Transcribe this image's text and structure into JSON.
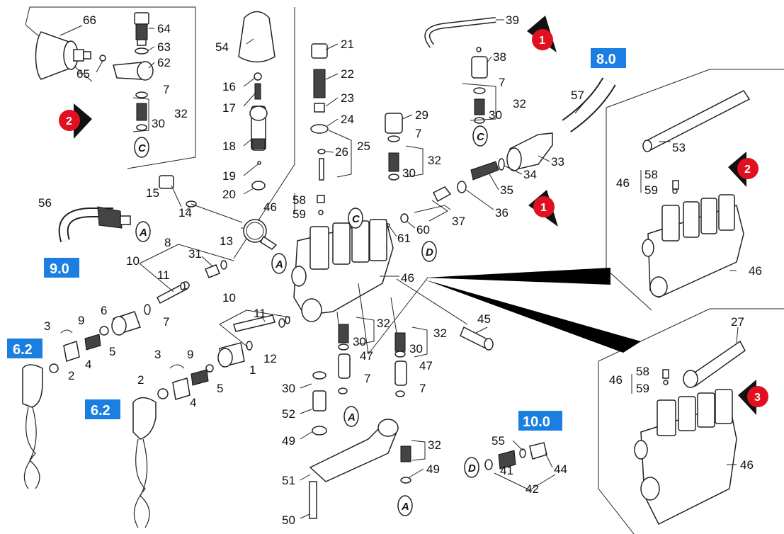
{
  "colors": {
    "ref_box": "#1a7fe0",
    "arrow_marker": "#e01020",
    "arrow_shadow": "#111111",
    "line": "#222222"
  },
  "part_numbers": [
    {
      "id": "p66",
      "text": "66"
    },
    {
      "id": "p64",
      "text": "64"
    },
    {
      "id": "p63",
      "text": "63"
    },
    {
      "id": "p62",
      "text": "62"
    },
    {
      "id": "p65",
      "text": "65"
    },
    {
      "id": "p7a",
      "text": "7"
    },
    {
      "id": "p32a",
      "text": "32"
    },
    {
      "id": "p30a",
      "text": "30"
    },
    {
      "id": "p54",
      "text": "54"
    },
    {
      "id": "p16",
      "text": "16"
    },
    {
      "id": "p17",
      "text": "17"
    },
    {
      "id": "p18",
      "text": "18"
    },
    {
      "id": "p19",
      "text": "19"
    },
    {
      "id": "p20",
      "text": "20"
    },
    {
      "id": "p21",
      "text": "21"
    },
    {
      "id": "p22",
      "text": "22"
    },
    {
      "id": "p23",
      "text": "23"
    },
    {
      "id": "p24",
      "text": "24"
    },
    {
      "id": "p26",
      "text": "26"
    },
    {
      "id": "p25",
      "text": "25"
    },
    {
      "id": "p58a",
      "text": "58"
    },
    {
      "id": "p46a",
      "text": "46"
    },
    {
      "id": "p59a",
      "text": "59"
    },
    {
      "id": "p39",
      "text": "39"
    },
    {
      "id": "p38",
      "text": "38"
    },
    {
      "id": "p7b",
      "text": "7"
    },
    {
      "id": "p32b",
      "text": "32"
    },
    {
      "id": "p30b",
      "text": "30"
    },
    {
      "id": "p57",
      "text": "57"
    },
    {
      "id": "p29",
      "text": "29"
    },
    {
      "id": "p7c",
      "text": "7"
    },
    {
      "id": "p32c",
      "text": "32"
    },
    {
      "id": "p30c",
      "text": "30"
    },
    {
      "id": "p33",
      "text": "33"
    },
    {
      "id": "p34",
      "text": "34"
    },
    {
      "id": "p35",
      "text": "35"
    },
    {
      "id": "p36",
      "text": "36"
    },
    {
      "id": "p37",
      "text": "37"
    },
    {
      "id": "p60",
      "text": "60"
    },
    {
      "id": "p61",
      "text": "61"
    },
    {
      "id": "p53",
      "text": "53"
    },
    {
      "id": "p58b",
      "text": "58"
    },
    {
      "id": "p46b",
      "text": "46"
    },
    {
      "id": "p59b",
      "text": "59"
    },
    {
      "id": "p46c",
      "text": "46"
    },
    {
      "id": "p15",
      "text": "15"
    },
    {
      "id": "p14",
      "text": "14"
    },
    {
      "id": "p13",
      "text": "13"
    },
    {
      "id": "p56",
      "text": "56"
    },
    {
      "id": "p8",
      "text": "8"
    },
    {
      "id": "p31",
      "text": "31"
    },
    {
      "id": "p10a",
      "text": "10"
    },
    {
      "id": "p11a",
      "text": "11"
    },
    {
      "id": "p46d",
      "text": "46"
    },
    {
      "id": "p45",
      "text": "45"
    },
    {
      "id": "p6",
      "text": "6"
    },
    {
      "id": "p9a",
      "text": "9"
    },
    {
      "id": "p3a",
      "text": "3"
    },
    {
      "id": "p5a",
      "text": "5"
    },
    {
      "id": "p4a",
      "text": "4"
    },
    {
      "id": "p2a",
      "text": "2"
    },
    {
      "id": "p7d",
      "text": "7"
    },
    {
      "id": "p10b",
      "text": "10"
    },
    {
      "id": "p11b",
      "text": "11"
    },
    {
      "id": "p12",
      "text": "12"
    },
    {
      "id": "p1",
      "text": "1"
    },
    {
      "id": "p3b",
      "text": "3"
    },
    {
      "id": "p9b",
      "text": "9"
    },
    {
      "id": "p2b",
      "text": "2"
    },
    {
      "id": "p5b",
      "text": "5"
    },
    {
      "id": "p4b",
      "text": "4"
    },
    {
      "id": "p32d",
      "text": "32"
    },
    {
      "id": "p30d",
      "text": "30"
    },
    {
      "id": "p47a",
      "text": "47"
    },
    {
      "id": "p7e",
      "text": "7"
    },
    {
      "id": "p32e",
      "text": "32"
    },
    {
      "id": "p30e",
      "text": "30"
    },
    {
      "id": "p47b",
      "text": "47"
    },
    {
      "id": "p7f",
      "text": "7"
    },
    {
      "id": "p30f",
      "text": "30"
    },
    {
      "id": "p52",
      "text": "52"
    },
    {
      "id": "p49a",
      "text": "49"
    },
    {
      "id": "p51",
      "text": "51"
    },
    {
      "id": "p50",
      "text": "50"
    },
    {
      "id": "p32f",
      "text": "32"
    },
    {
      "id": "p49b",
      "text": "49"
    },
    {
      "id": "p55",
      "text": "55"
    },
    {
      "id": "p41",
      "text": "41"
    },
    {
      "id": "p44",
      "text": "44"
    },
    {
      "id": "p42",
      "text": "42"
    },
    {
      "id": "p27",
      "text": "27"
    },
    {
      "id": "p58c",
      "text": "58"
    },
    {
      "id": "p46e",
      "text": "46"
    },
    {
      "id": "p59c",
      "text": "59"
    },
    {
      "id": "p46f",
      "text": "46"
    }
  ],
  "reference_boxes": [
    {
      "id": "r80",
      "text": "8.0"
    },
    {
      "id": "r90",
      "text": "9.0"
    },
    {
      "id": "r62a",
      "text": "6.2"
    },
    {
      "id": "r62b",
      "text": "6.2"
    },
    {
      "id": "r100",
      "text": "10.0"
    }
  ],
  "arrow_markers": [
    {
      "id": "a1a",
      "text": "1"
    },
    {
      "id": "a1b",
      "text": "1"
    },
    {
      "id": "a2a",
      "text": "2"
    },
    {
      "id": "a2b",
      "text": "2"
    },
    {
      "id": "a3",
      "text": "3"
    }
  ],
  "circle_letters": [
    {
      "id": "cC1",
      "text": "C"
    },
    {
      "id": "cC2",
      "text": "C"
    },
    {
      "id": "cC3",
      "text": "C"
    },
    {
      "id": "cA1",
      "text": "A"
    },
    {
      "id": "cA2",
      "text": "A"
    },
    {
      "id": "cA3",
      "text": "A"
    },
    {
      "id": "cA4",
      "text": "A"
    },
    {
      "id": "cD1",
      "text": "D"
    },
    {
      "id": "cD2",
      "text": "D"
    }
  ]
}
